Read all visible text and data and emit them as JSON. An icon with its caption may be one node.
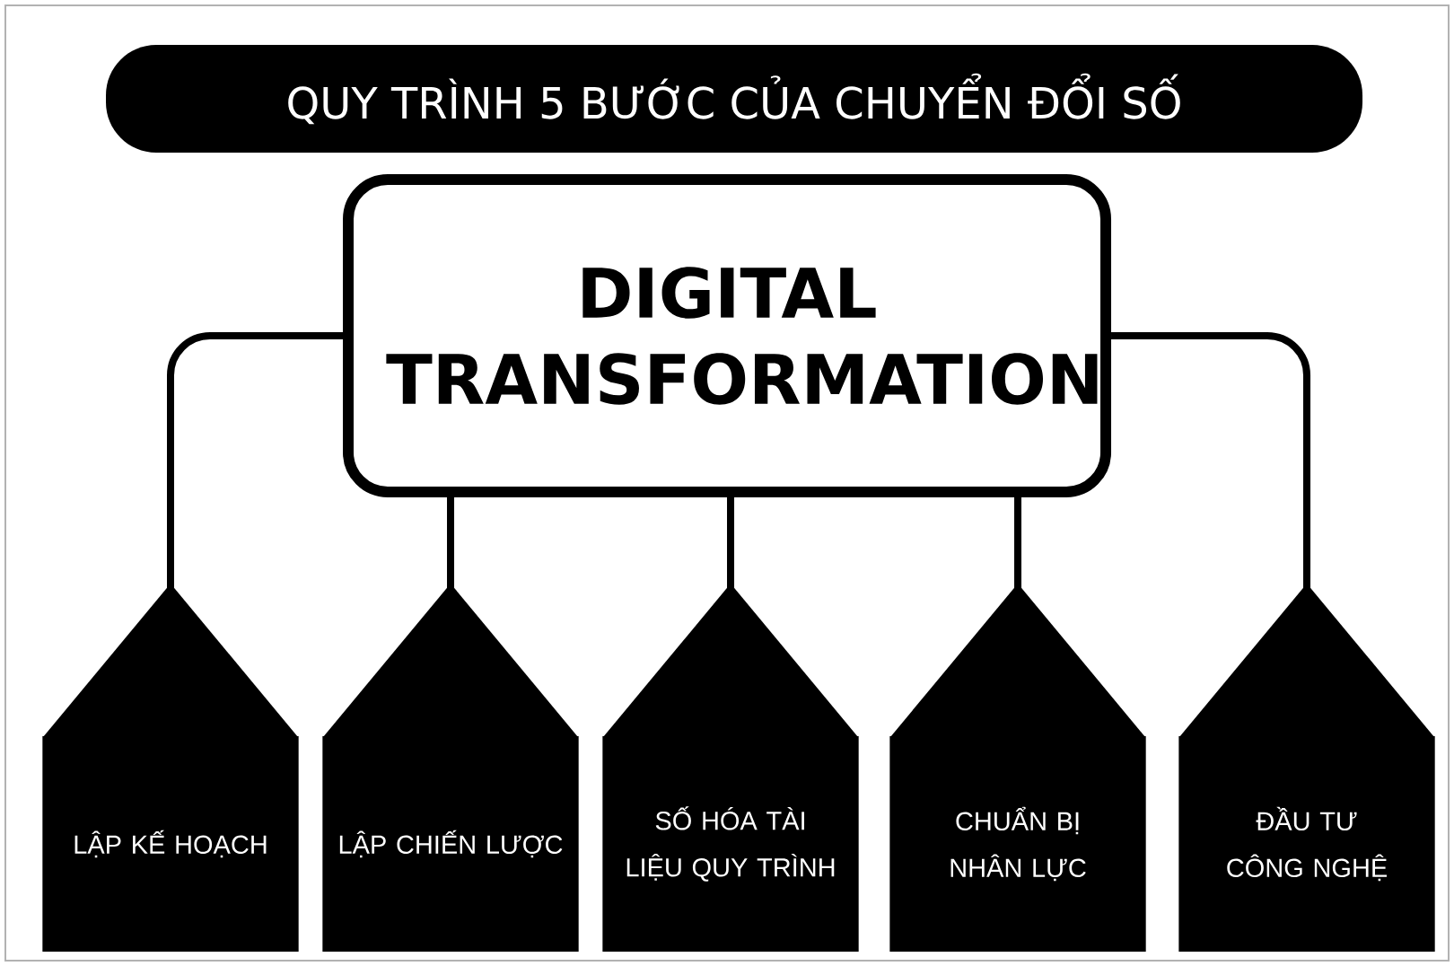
{
  "diagram": {
    "nodes": [
      {
        "text": [
          "QUY TRÌNH 5 BƯỚC CỦA CHUYỂN ĐỔI SỐ"
        ]
      },
      {
        "text": [
          "DIGITAL TRANSFORMATION"
        ]
      },
      {
        "text": [
          "LẬP KẾ HOẠCH"
        ]
      },
      {
        "text": [
          "LẬP CHIẾN LƯỢC"
        ]
      },
      {
        "text": [
          "SỐ HÓA TÀI LIỆU QUY TRÌNH"
        ]
      },
      {
        "text": [
          "CHUẨN BỊ NHÂN LỰC"
        ]
      },
      {
        "text": [
          "ĐẦU TƯ CÔNG NGHỆ"
        ]
      }
    ],
    "edges": [
      {
        "from": 1,
        "to": 2,
        "arrow": "none"
      },
      {
        "from": 1,
        "to": 3,
        "arrow": "none"
      },
      {
        "from": 1,
        "to": 4,
        "arrow": "none"
      },
      {
        "from": 1,
        "to": 5,
        "arrow": "none"
      },
      {
        "from": 1,
        "to": 6,
        "arrow": "none"
      }
    ]
  }
}
